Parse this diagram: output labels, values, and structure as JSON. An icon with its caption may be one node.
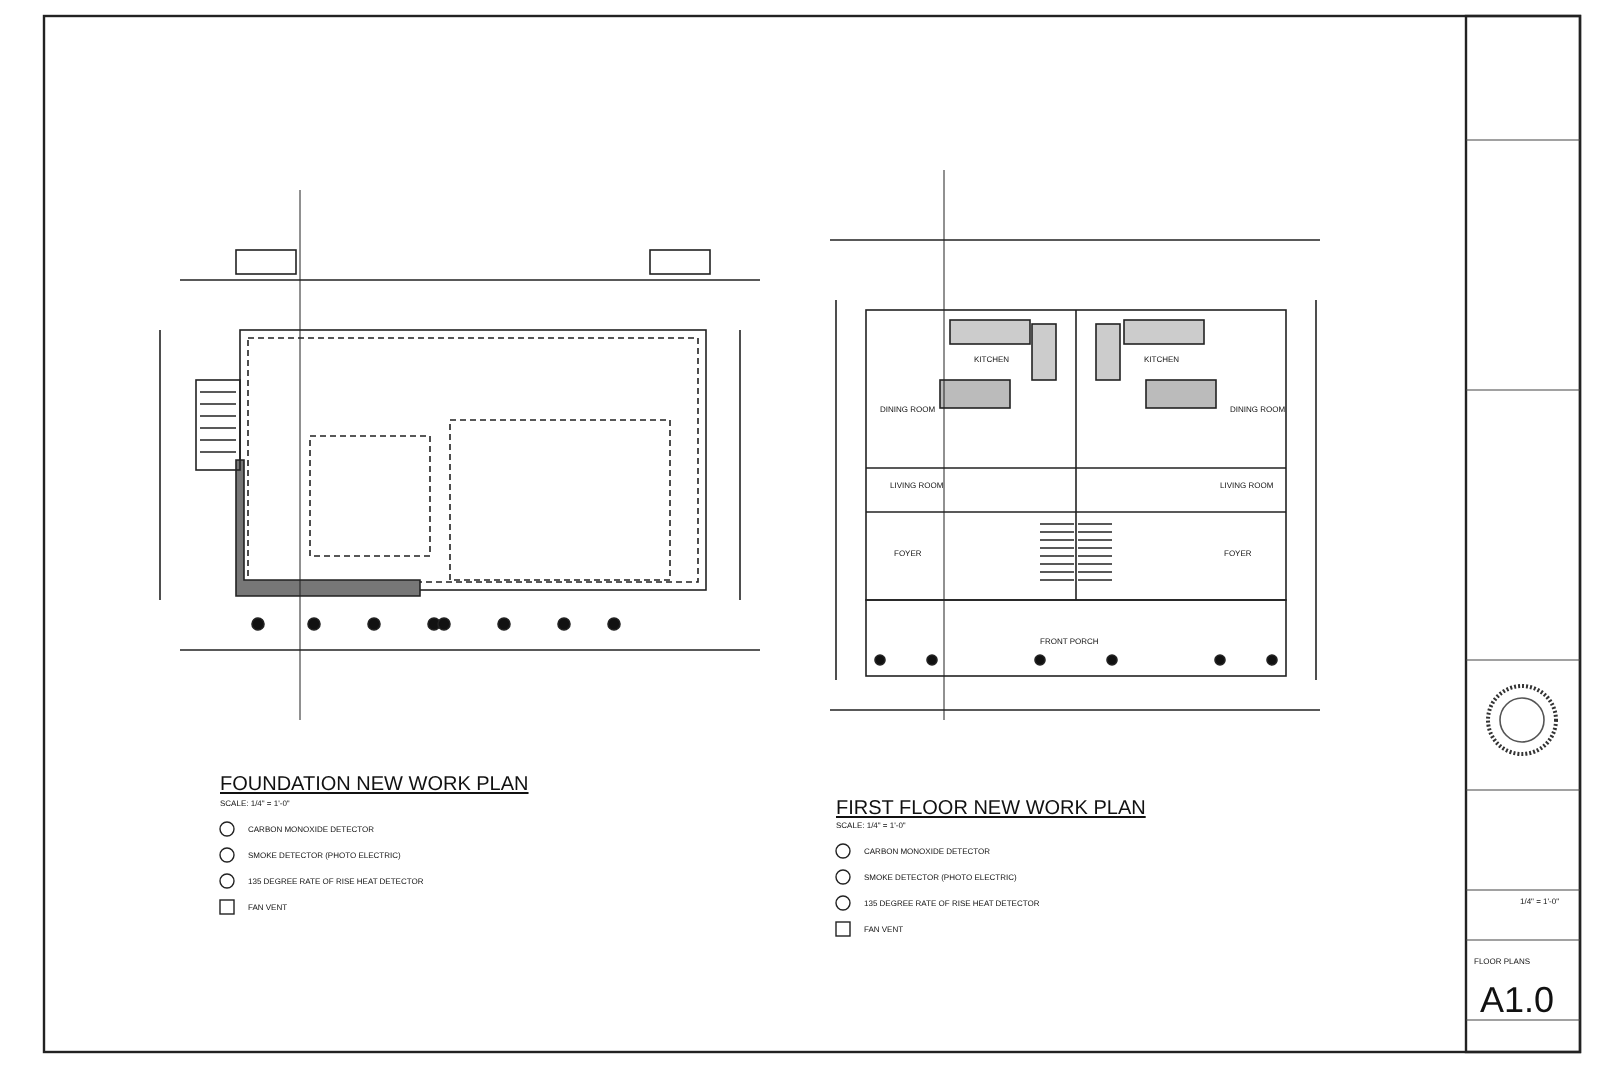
{
  "diagram": {
    "labels": [
      "FOUNDATION NEW WORK PLAN",
      "SCALE: 1/4\" = 1'-0\"",
      "FIRST FLOOR NEW WORK PLAN",
      "SCALE: 1/4\" = 1'-0\"",
      "KITCHEN",
      "KITCHEN",
      "DINING ROOM",
      "DINING ROOM",
      "LIVING ROOM",
      "LIVING ROOM",
      "FOYER",
      "FOYER",
      "FRONT PORCH",
      "1/4\" = 1'-0\"",
      "FLOOR PLANS",
      "A1.0"
    ],
    "legend": [
      {
        "text": "CARBON MONOXIDE DETECTOR"
      },
      {
        "text": "SMOKE DETECTOR (PHOTO ELECTRIC)"
      },
      {
        "text": "135 DEGREE RATE OF RISE HEAT DETECTOR"
      },
      {
        "text": "FAN VENT"
      },
      {
        "text": "CARBON MONOXIDE DETECTOR"
      },
      {
        "text": "SMOKE DETECTOR (PHOTO ELECTRIC)"
      },
      {
        "text": "135 DEGREE RATE OF RISE HEAT DETECTOR"
      },
      {
        "text": "FAN VENT"
      }
    ]
  }
}
